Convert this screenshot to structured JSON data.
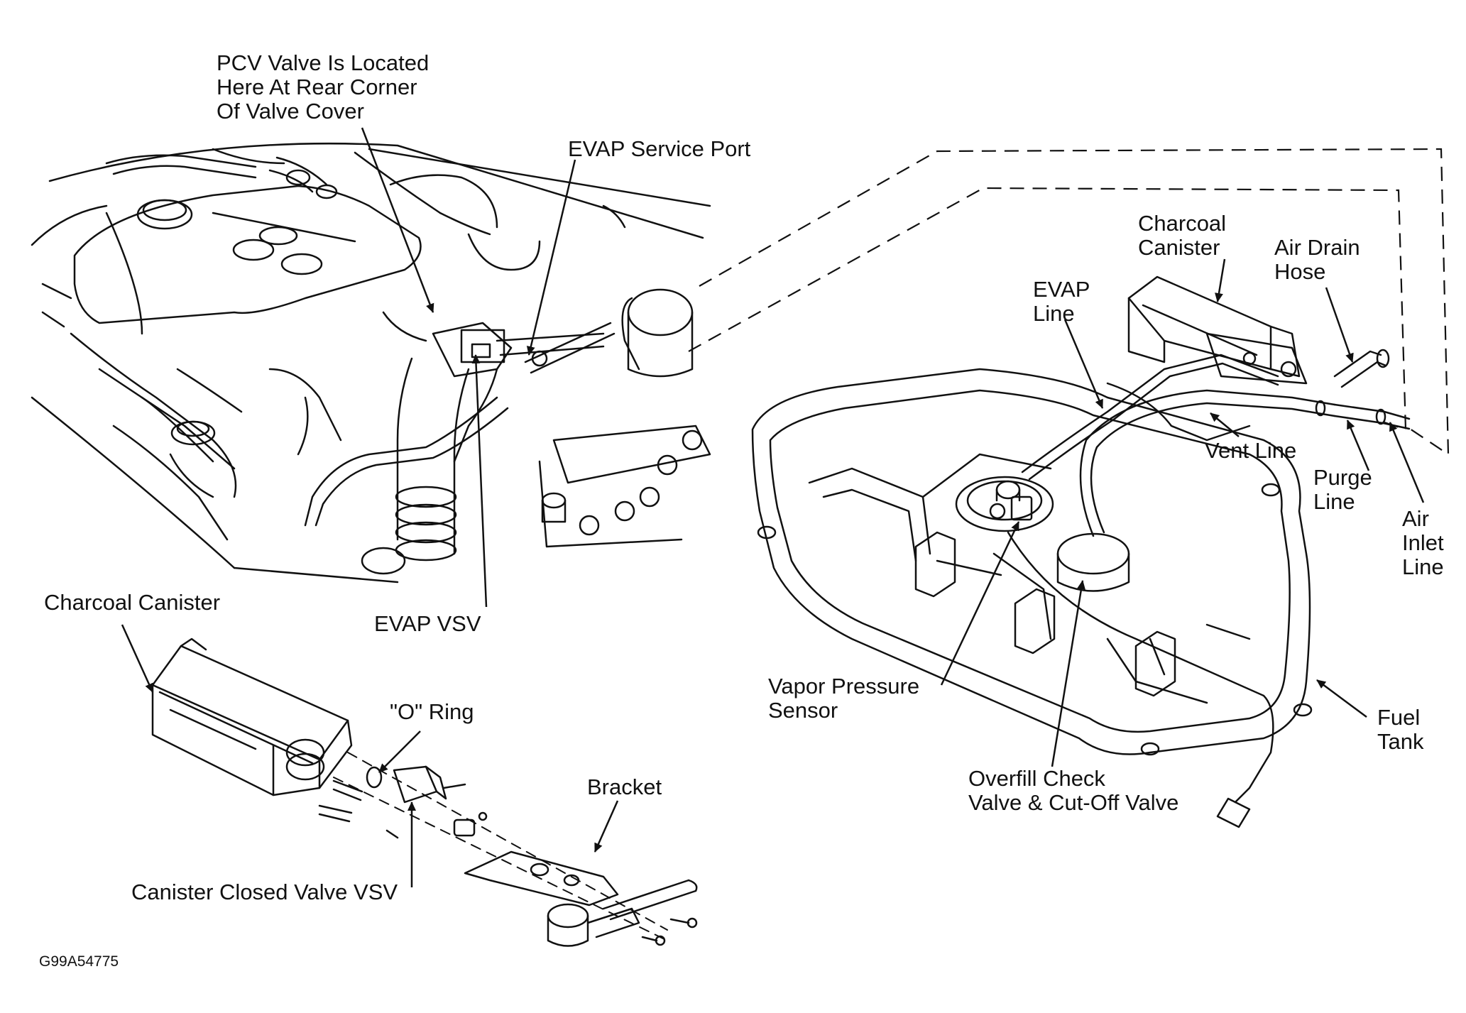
{
  "labels": {
    "pcv_valve": [
      "PCV Valve Is Located",
      "Here At Rear Corner",
      "Of Valve Cover"
    ],
    "evap_service_port": [
      "EVAP Service Port"
    ],
    "evap_vsv": [
      "EVAP VSV"
    ],
    "charcoal_canister_engine": [
      "Charcoal Canister"
    ],
    "o_ring": [
      "\"O\" Ring"
    ],
    "bracket": [
      "Bracket"
    ],
    "canister_closed_valve_vsv": [
      "Canister Closed Valve VSV"
    ],
    "figure_code": [
      "G99A54775"
    ],
    "charcoal_canister_tank": [
      "Charcoal",
      "Canister"
    ],
    "air_drain_hose": [
      "Air Drain",
      "Hose"
    ],
    "evap_line": [
      "EVAP",
      "Line"
    ],
    "vent_line": [
      "Vent Line"
    ],
    "purge_line": [
      "Purge",
      "Line"
    ],
    "air_inlet_line": [
      "Air",
      "Inlet",
      "Line"
    ],
    "vapor_pressure_sensor": [
      "Vapor Pressure",
      "Sensor"
    ],
    "fuel_tank": [
      "Fuel",
      "Tank"
    ],
    "overfill_check": [
      "Overfill Check",
      "Valve & Cut-Off Valve"
    ]
  },
  "colors": {
    "ink": "#111111",
    "paper": "#ffffff"
  }
}
